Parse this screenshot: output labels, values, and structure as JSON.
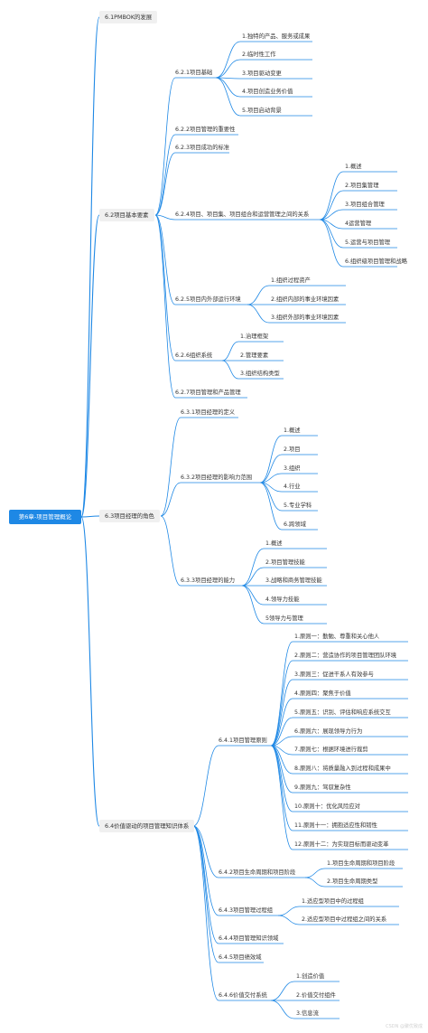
{
  "root": "第6章-项目管理概论",
  "sections": {
    "s61": "6.1PMBOK的发展",
    "s62": "6.2项目基本要素",
    "s63": "6.3项目经理的角色",
    "s64": "6.4价值驱动的项目管理知识体系"
  },
  "s62": {
    "n621": "6.2.1项目基础",
    "n621_items": [
      "1.独特的产品、服务或成果",
      "2.临时性工作",
      "3.项目驱动变更",
      "4.项目创造业务价值",
      "5.项目启动背景"
    ],
    "n622": "6.2.2项目管理的重要性",
    "n623": "6.2.3项目成功的标准",
    "n624": "6.2.4项目、项目集、项目组合和运营管理之间的关系",
    "n624_items": [
      "1.概述",
      "2.项目集管理",
      "3.项目组合管理",
      "4运营管理",
      "5.运营与项目管理",
      "6.组织级项目管理和战略"
    ],
    "n625": "6.2.5项目内外部运行环境",
    "n625_items": [
      "1.组织过程资产",
      "2.组织内部的事业环境因素",
      "3.组织外部的事业环境因素"
    ],
    "n626": "6.2.6组织系统",
    "n626_items": [
      "1.治理框架",
      "2.管理要素",
      "3.组织结构类型"
    ],
    "n627": "6.2.7项目管理和产品管理"
  },
  "s63": {
    "n631": "6.3.1项目经理的定义",
    "n632": "6.3.2项目经理的影响力范围",
    "n632_items": [
      "1.概述",
      "2.项目",
      "3.组织",
      "4.行业",
      "5.专业学科",
      "6.跨领域"
    ],
    "n633": "6.3.3项目经理的能力",
    "n633_items": [
      "1.概述",
      "2.项目管理技能",
      "3.战略和商务管理技能",
      "4.领导力技能",
      "5领导力与管理"
    ]
  },
  "s64": {
    "n641": "6.4.1项目管理原则",
    "n641_items": [
      "1.原则一：勤勉、尊重和关心他人",
      "2.原则二：营造协作的项目管理团队环境",
      "3.原则三：促进干系人有效参与",
      "4.原则四：聚焦于价值",
      "5.原则五：识别、评估和响应系统交互",
      "6.原则六：展现领导力行为",
      "7.原则七：根据环境进行裁剪",
      "8.原则八：将质量融入到过程和成果中",
      "9.原则九：驾驭复杂性",
      "10.原则十：优化风险应对",
      "11.原则十一：拥抱适应性和韧性",
      "12.原则十二：为实现目标而驱动变革"
    ],
    "n642": "6.4.2项目生命周期和项目阶段",
    "n642_items": [
      "1.项目生命周期和项目阶段",
      "2.项目生命周期类型"
    ],
    "n643": "6.4.3项目管理过程组",
    "n643_items": [
      "1.适应型项目中的过程组",
      "2.适应型项目中过程组之间的关系"
    ],
    "n644": "6.4.4项目管理知识领域",
    "n645": "6.4.5项目绩效域",
    "n646": "6.4.6价值交付系统",
    "n646_items": [
      "1.创造价值",
      "2.价值交付组件",
      "3.信息流"
    ]
  },
  "watermark": "CSDN @聚优致成",
  "colors": {
    "line": "#1e88e5",
    "root_bg": "#1e88e5",
    "l1_bg": "#f0f0f0",
    "text": "#333333"
  }
}
